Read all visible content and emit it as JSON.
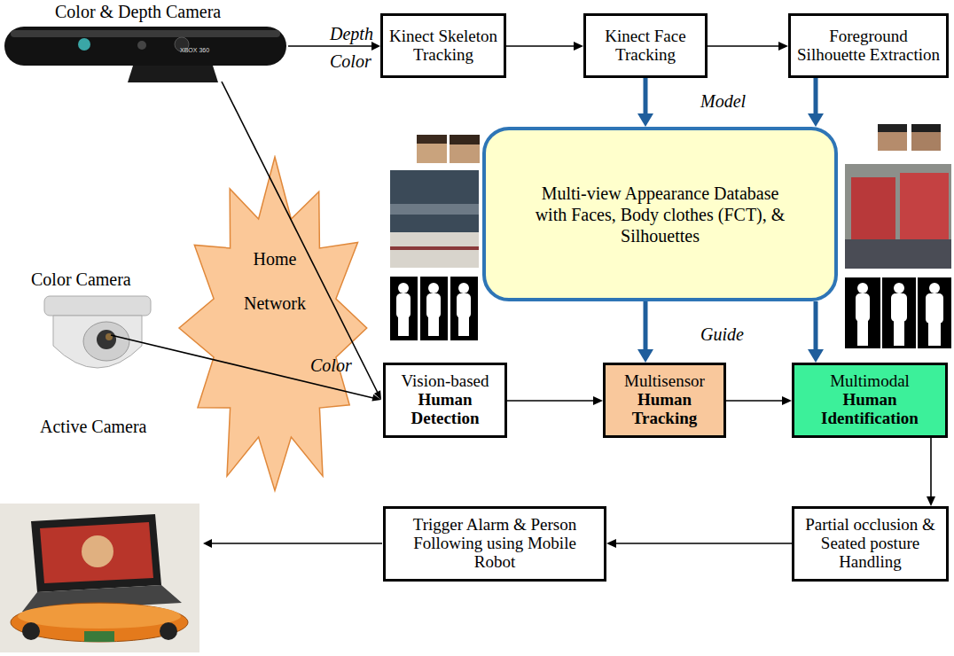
{
  "diagram": {
    "nodes": [
      {
        "text": [
          "Kinect Skeleton Tracking"
        ]
      },
      {
        "text": [
          "Kinect Face Tracking"
        ]
      },
      {
        "text": [
          "Foreground Silhouette Extraction"
        ]
      },
      {
        "text": [
          "Multi-view Appearance Database with Faces, Body clothes (FCT), & Silhouettes"
        ]
      },
      {
        "text": [
          "Vision-based",
          "Human Detection"
        ]
      },
      {
        "text": [
          "Multisensor",
          "Human Tracking"
        ]
      },
      {
        "text": [
          "Multimodal",
          "Human Identification"
        ]
      },
      {
        "text": [
          "Partial occlusion & Seated posture Handling"
        ]
      },
      {
        "text": [
          "Trigger Alarm & Person Following using Mobile Robot"
        ]
      },
      {
        "text": [
          "Home Network"
        ]
      }
    ],
    "edges": [
      {
        "from": 0,
        "to": 1,
        "arrow": "to"
      },
      {
        "from": 1,
        "to": 2,
        "arrow": "to"
      },
      {
        "from": 1,
        "to": 3,
        "arrow": "to"
      },
      {
        "from": 2,
        "to": 3,
        "arrow": "to"
      },
      {
        "from": 3,
        "to": 5,
        "arrow": "to"
      },
      {
        "from": 3,
        "to": 6,
        "arrow": "to"
      },
      {
        "from": 4,
        "to": 5,
        "arrow": "to"
      },
      {
        "from": 5,
        "to": 6,
        "arrow": "to"
      },
      {
        "from": 6,
        "to": 7,
        "arrow": "to"
      },
      {
        "from": 7,
        "to": 8,
        "arrow": "to"
      }
    ],
    "labels": [
      "Color & Depth Camera",
      "XBOX 360",
      "Depth",
      "Color",
      "Model",
      "Guide",
      "Color Camera",
      "Color",
      "Active Camera"
    ]
  }
}
